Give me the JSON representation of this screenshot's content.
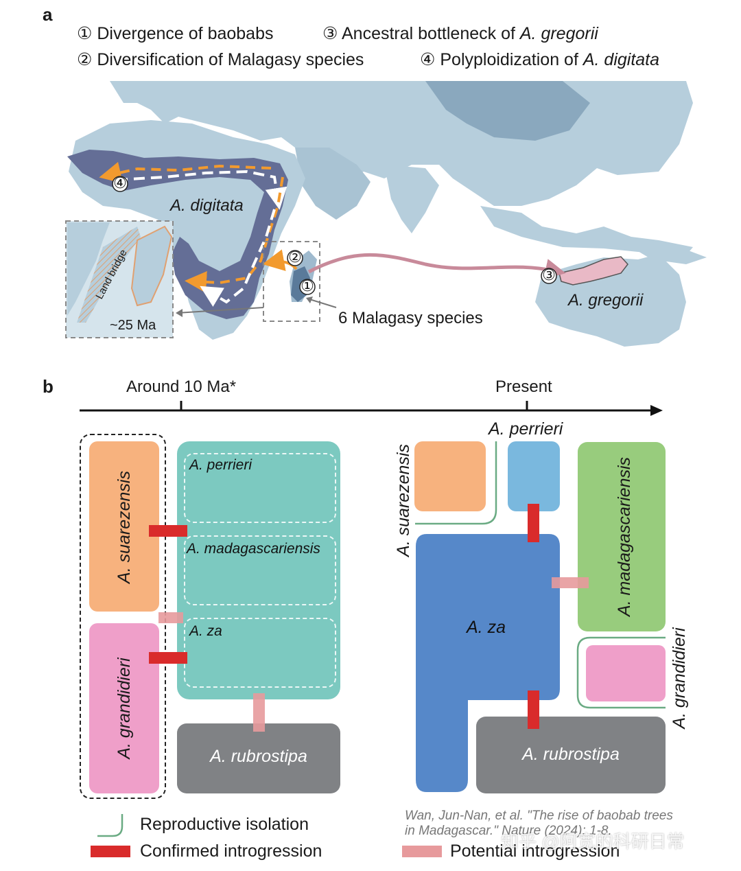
{
  "panel_a": {
    "letter": "a",
    "legend": [
      {
        "num": "①",
        "text": "Divergence of baobabs",
        "italic": ""
      },
      {
        "num": "③",
        "text": "Ancestral bottleneck of ",
        "italic": "A. gregorii"
      },
      {
        "num": "②",
        "text": "Diversification of Malagasy species",
        "italic": ""
      },
      {
        "num": "④",
        "text": "Polyploidization of ",
        "italic": "A. digitata"
      }
    ],
    "map": {
      "digitata_label": "A. digitata",
      "gregorii_label": "A. gregorii",
      "malagasy_label": "6 Malagasy species",
      "land_bridge_label": "Land bridge",
      "age_label": "~25 Ma",
      "markers": [
        "①",
        "②",
        "③",
        "④"
      ],
      "colors": {
        "land": "#b6cedc",
        "land_dark": "#7f9fb6",
        "range": "#646e96",
        "orange_arrow": "#f29a2e",
        "pink_arrow": "#c88a9a",
        "gregorii_fill": "#e9b9c6"
      }
    }
  },
  "panel_b": {
    "letter": "b",
    "timeline": {
      "past_label": "Around 10 Ma*",
      "present_label": "Present"
    },
    "left": {
      "suarezensis": "A. suarezensis",
      "grandidieri": "A. grandidieri",
      "perrieri": "A. perrieri",
      "madagascariensis": "A. madagascariensis",
      "za": "A. za",
      "rubrostipa": "A. rubrostipa"
    },
    "right": {
      "suarezensis": "A. suarezensis",
      "perrieri": "A. perrieri",
      "madagascariensis": "A. madagascariensis",
      "za": "A. za",
      "grandidieri": "A. grandidieri",
      "rubrostipa": "A. rubrostipa"
    },
    "colors": {
      "suarezensis": "#f7b27e",
      "grandidieri": "#ef9fc9",
      "teal": "#7cc9c0",
      "rubrostipa": "#808285",
      "perrieri": "#7ab8de",
      "za": "#5688c9",
      "madagascariensis": "#98cc7d",
      "isolation_line": "#6aab83",
      "confirmed": "#d92b2b",
      "potential": "#e79a9c"
    },
    "legend": {
      "isolation": "Reproductive isolation",
      "confirmed": "Confirmed introgression",
      "potential": "Potential introgression"
    },
    "citation": "Wan, Jun-Nan, et al. \"The rise of baobab trees in Madagascar.\" Nature (2024): 1-8.",
    "watermark": "知乎 @阿宽的科研日常"
  }
}
